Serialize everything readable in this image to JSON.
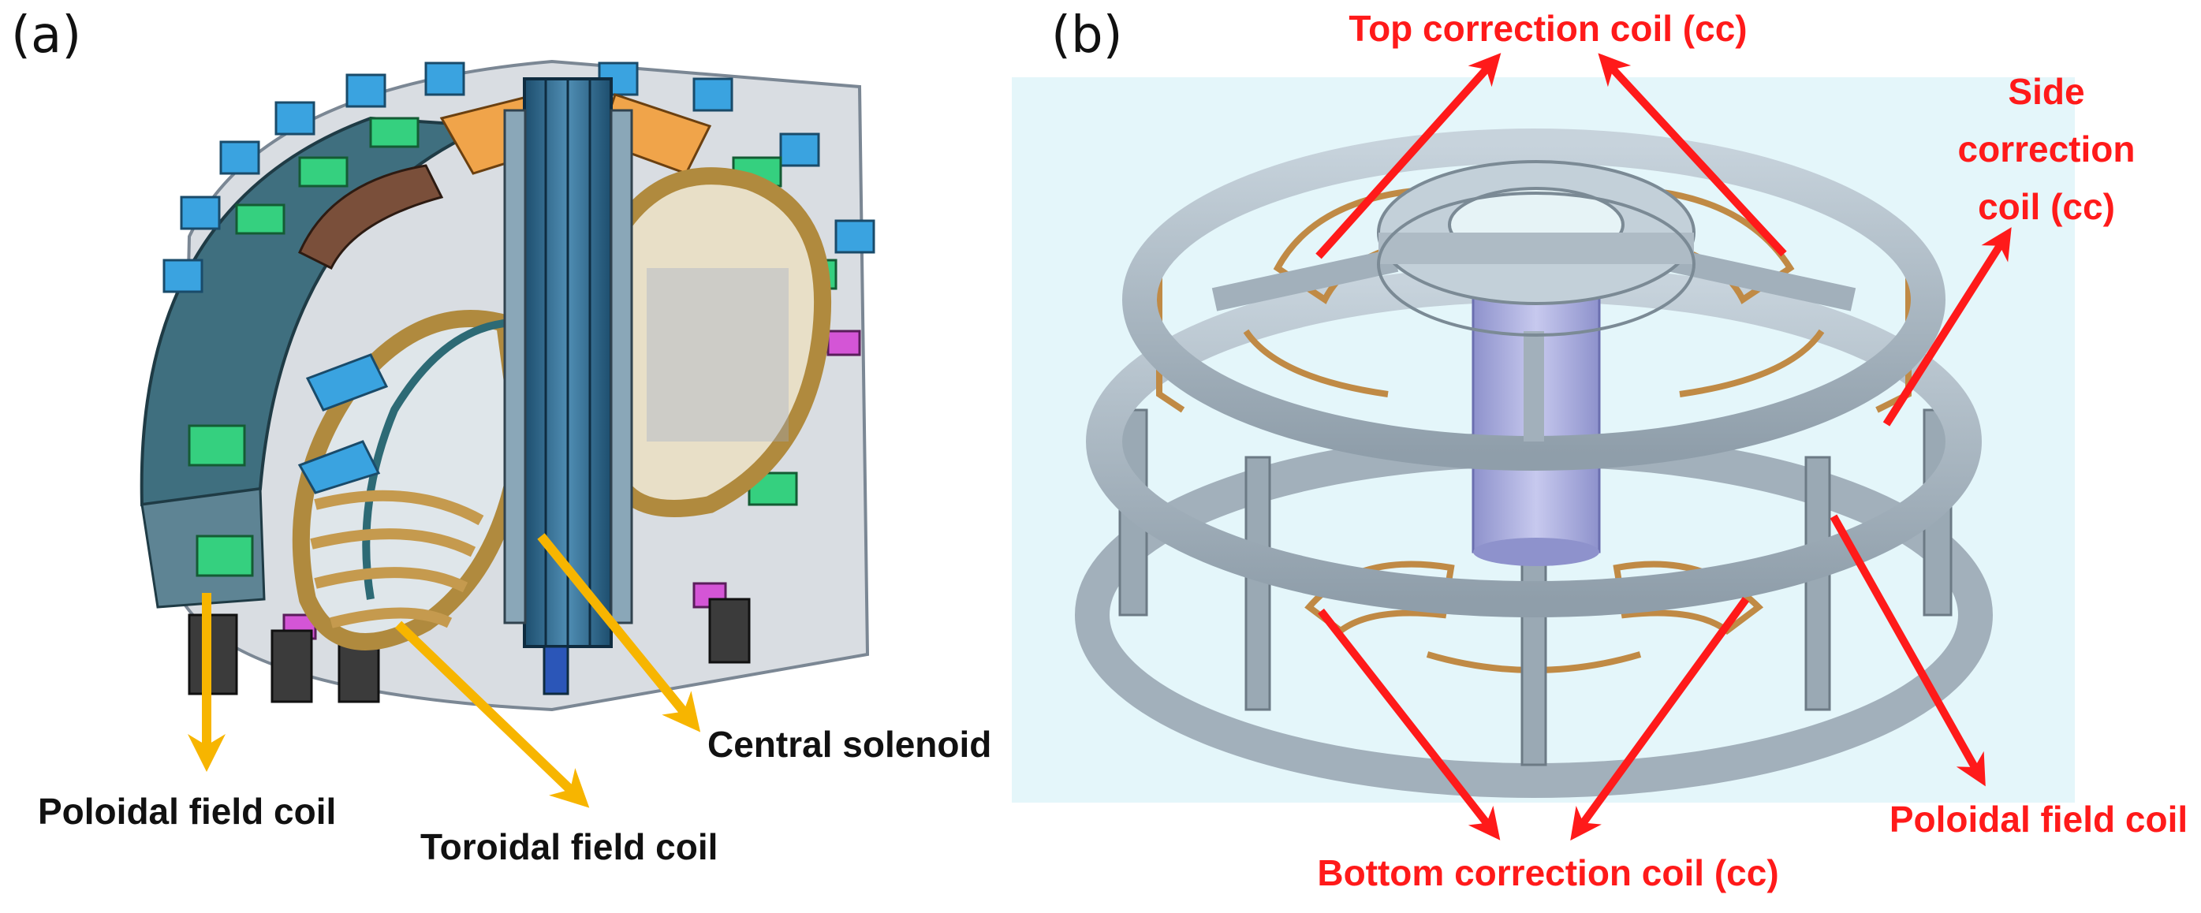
{
  "panels": {
    "a": {
      "label": "(a)",
      "callouts": {
        "poloidal": "Poloidal field coil",
        "toroidal": "Toroidal field coil",
        "central": "Central solenoid"
      }
    },
    "b": {
      "label": "(b)",
      "callouts": {
        "top_cc": "Top correction coil (cc)",
        "side_cc": [
          "Side",
          "correction",
          "coil (cc)"
        ],
        "bottom_cc": "Bottom correction coil (cc)",
        "poloidal": "Poloidal field coil"
      }
    }
  },
  "colors": {
    "arrow_a": "#f7b500",
    "arrow_b": "#ff1a1a",
    "label_a": "#111111",
    "label_b": "#ff1a1a",
    "panel_b_background": "#e4f6fa",
    "frame_gray": "#a9b6c0",
    "solenoid": "#a9acdc",
    "coil_copper": "#c08a45"
  }
}
